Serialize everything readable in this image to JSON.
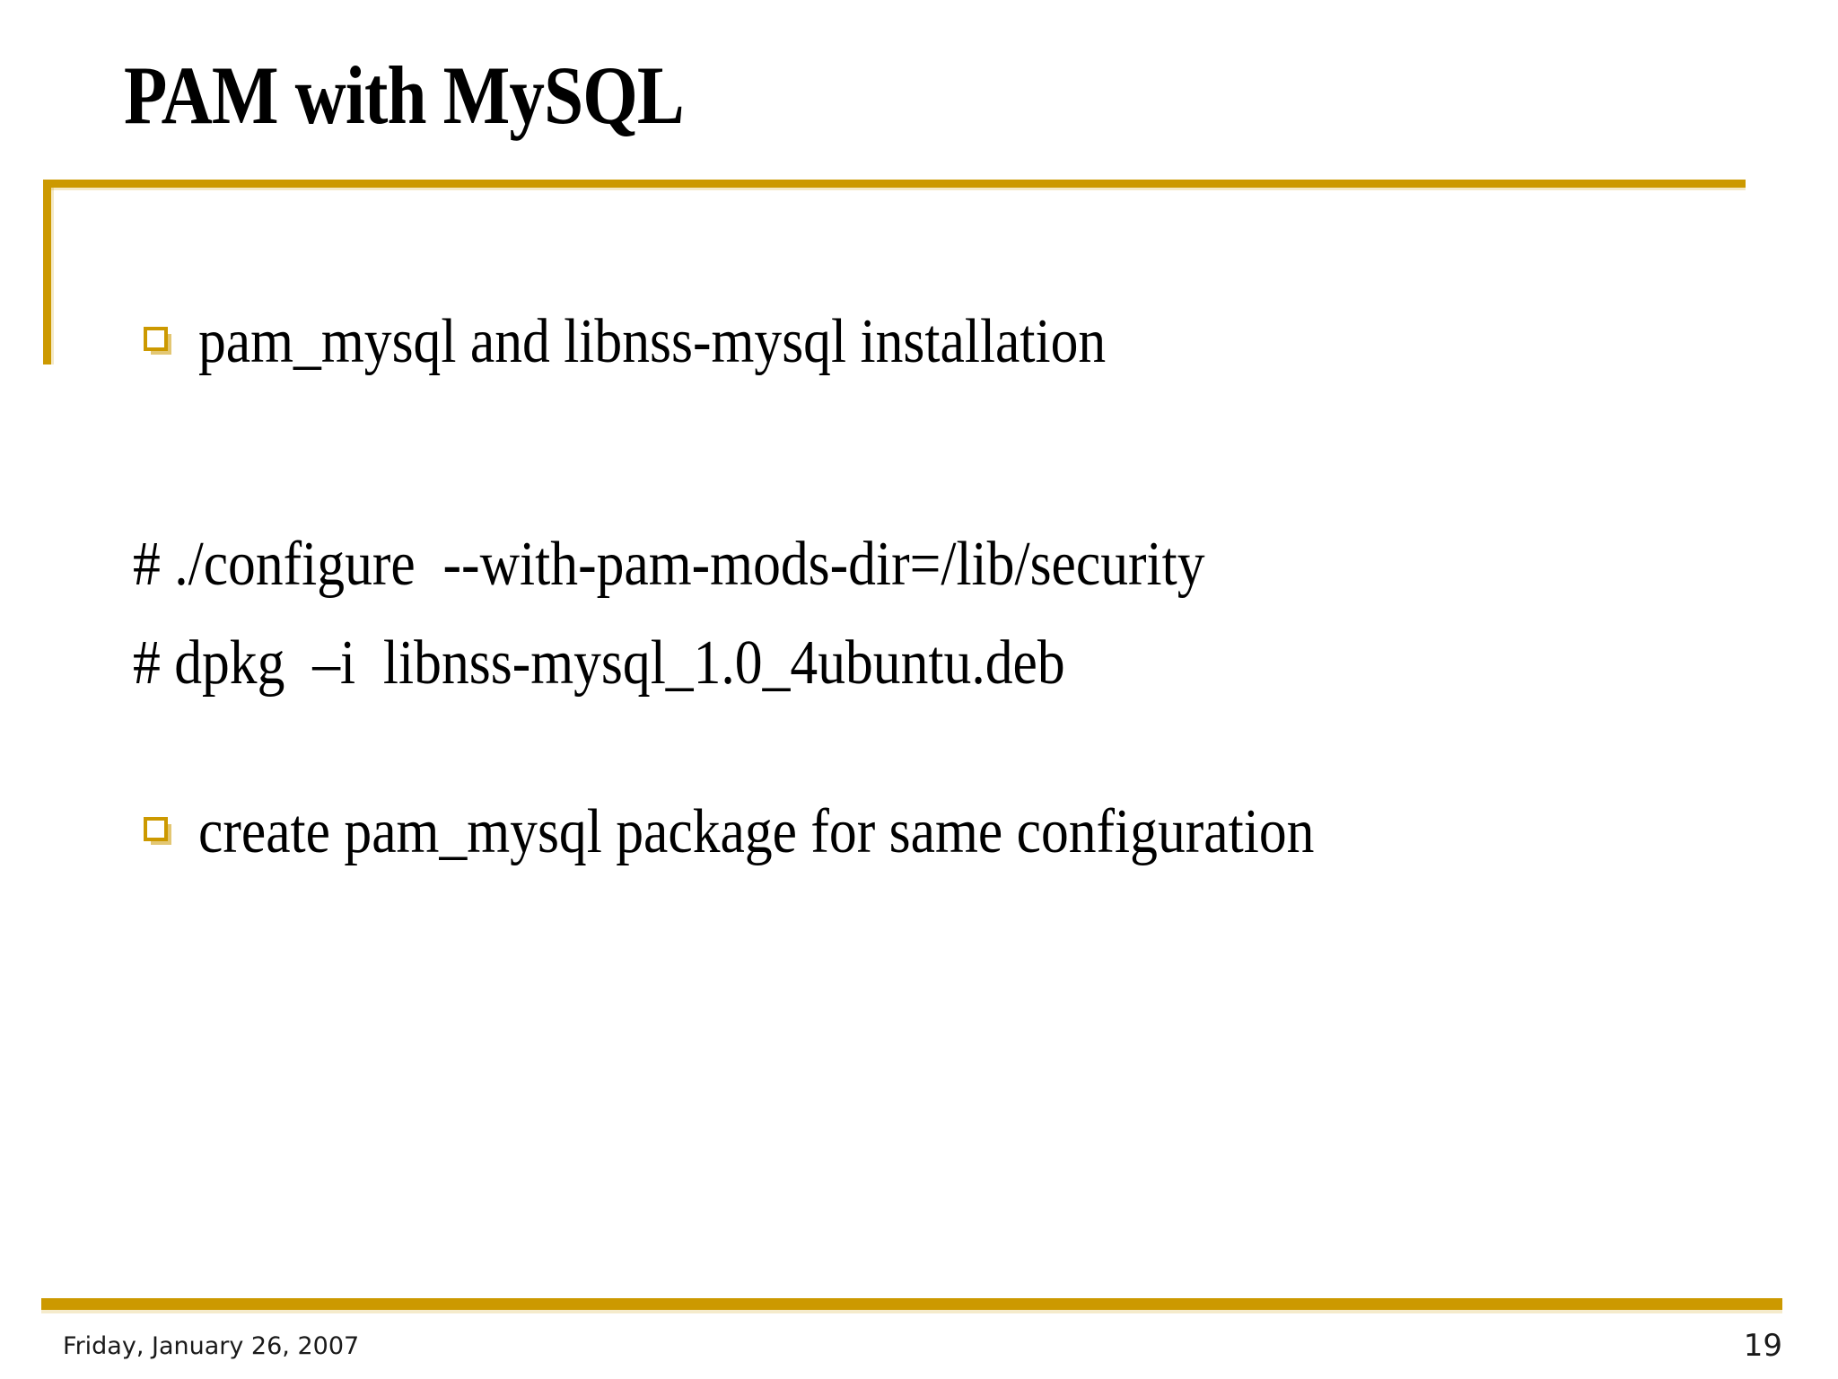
{
  "slide": {
    "title": "PAM with MySQL",
    "accent_color": "#CC9900",
    "background_color": "#FFFFFF",
    "text_color": "#000000",
    "bullet_glyph": "hollow-square"
  },
  "content": {
    "blocks": [
      {
        "kind": "bullet",
        "text": "pam_mysql and libnss-mysql installation"
      },
      {
        "kind": "code",
        "text": "# ./configure  --with-pam-mods-dir=/lib/security"
      },
      {
        "kind": "code",
        "text": "# dpkg  –i  libnss-mysql_1.0_4ubuntu.deb"
      },
      {
        "kind": "bullet",
        "text": "create pam_mysql package for same configuration"
      }
    ]
  },
  "footer": {
    "date": "Friday, January 26, 2007",
    "page_number": "19"
  }
}
